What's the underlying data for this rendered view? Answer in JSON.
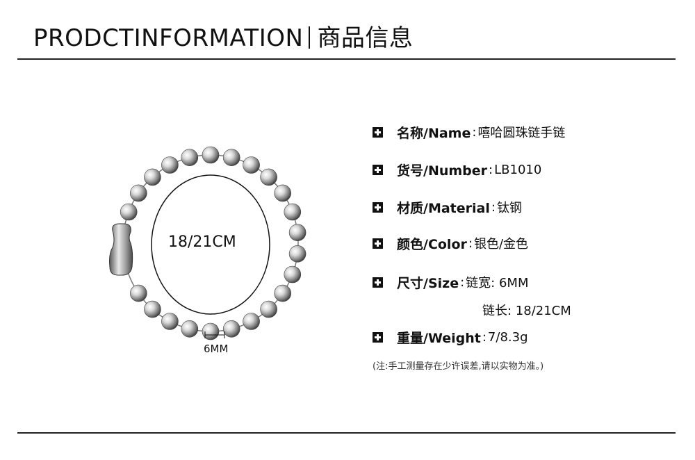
{
  "header": {
    "title_en": "PRODCTINFORMATION",
    "title_cn": "商品信息"
  },
  "product": {
    "size_label": "18/21CM",
    "bead_label": "6MM"
  },
  "specs": [
    {
      "key": "名称/Name",
      "value": "嘻哈圆珠链手链"
    },
    {
      "key": "货号/Number",
      "value": "LB1010"
    },
    {
      "key": "材质/Material",
      "value": "钛钢"
    },
    {
      "key": "颜色/Color",
      "value": "银色/金色"
    },
    {
      "key": "尺寸/Size",
      "value": "链宽: 6MM"
    }
  ],
  "size_extra": "链长: 18/21CM",
  "weight": {
    "key": "重量/Weight",
    "value": "7/8.3g"
  },
  "note": "(注:手工测量存在少许误差,请以实物为准。)"
}
